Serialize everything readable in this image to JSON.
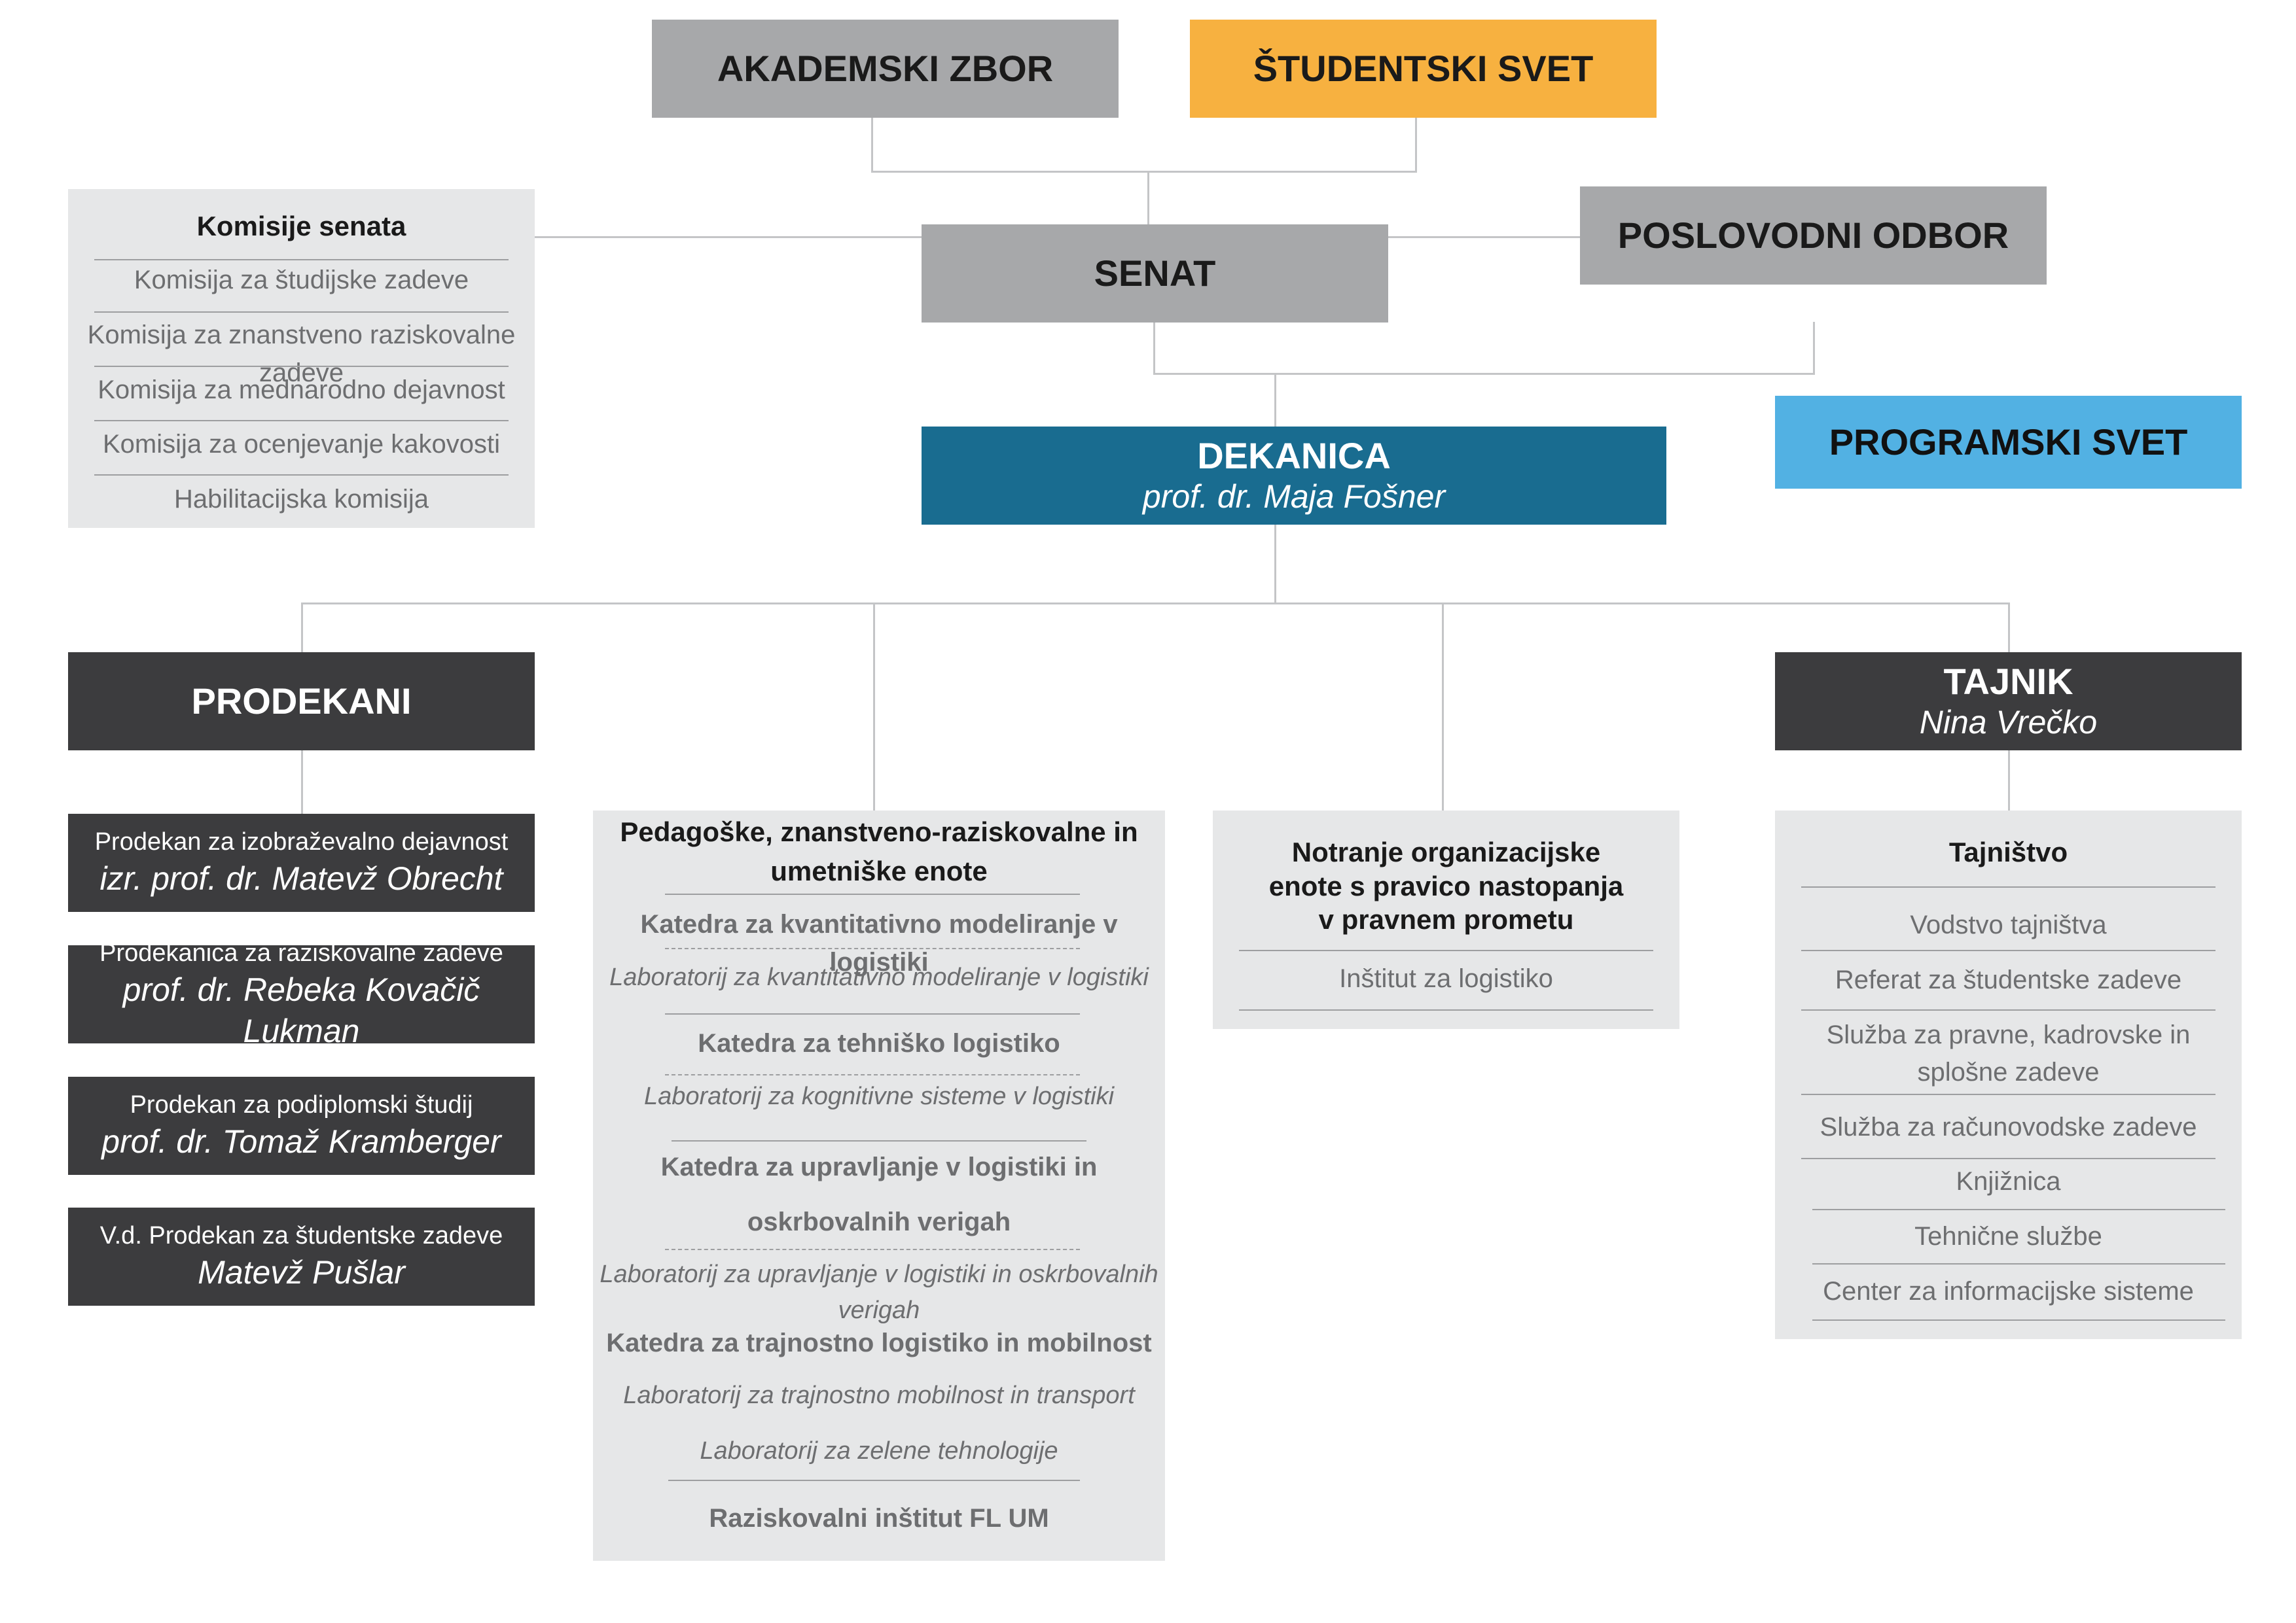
{
  "akademski_zbor": "AKADEMSKI ZBOR",
  "studentski_svet": "ŠTUDENTSKI SVET",
  "senat": "SENAT",
  "poslovodni_odbor": "POSLOVODNI ODBOR",
  "programski_svet": "PROGRAMSKI SVET",
  "dekanica": {
    "title": "DEKANICA",
    "name": "prof. dr. Maja Fošner"
  },
  "komisije": {
    "title": "Komisije senata",
    "items": [
      "Komisija za študijske zadeve",
      "Komisija za znanstveno raziskovalne zadeve",
      "Komisija za mednarodno dejavnost",
      "Komisija za ocenjevanje kakovosti",
      "Habilitacijska komisija"
    ]
  },
  "prodekani": {
    "title": "PRODEKANI",
    "items": [
      {
        "role": "Prodekan za izobraževalno dejavnost",
        "name": "izr. prof. dr. Matevž Obrecht"
      },
      {
        "role": "Prodekanica za raziskovalne zadeve",
        "name": "prof. dr. Rebeka Kovačič Lukman"
      },
      {
        "role": "Prodekan za podiplomski študij",
        "name": "prof. dr. Tomaž Kramberger"
      },
      {
        "role": "V.d. Prodekan za študentske zadeve",
        "name": "Matevž Pušlar"
      }
    ]
  },
  "enote": {
    "title_line1": "Pedagoške, znanstveno-raziskovalne in",
    "title_line2": "umetniške enote",
    "katedra1": "Katedra za kvantitativno modeliranje v logistiki",
    "lab1": "Laboratorij za kvantitativno modeliranje v logistiki",
    "katedra2": "Katedra za tehniško logistiko",
    "lab2": "Laboratorij za kognitivne sisteme v logistiki",
    "katedra3_line1": "Katedra za upravljanje v logistiki in",
    "katedra3_line2": "oskrbovalnih verigah",
    "lab3": "Laboratorij za upravljanje v logistiki in oskrbovalnih verigah",
    "katedra4": "Katedra za trajnostno logistiko in mobilnost",
    "lab4a": "Laboratorij za trajnostno mobilnost in transport",
    "lab4b": "Laboratorij za zelene tehnologije",
    "institut": "Raziskovalni inštitut FL UM"
  },
  "notranje": {
    "title_line1": "Notranje organizacijske",
    "title_line2": "enote s pravico nastopanja",
    "title_line3": "v pravnem prometu",
    "item": "Inštitut za logistiko"
  },
  "tajnik": {
    "title": "TAJNIK",
    "name": "Nina Vrečko"
  },
  "tajnistvo": {
    "title": "Tajništvo",
    "items": [
      "Vodstvo tajništva",
      "Referat za študentske zadeve",
      "Služba za pravne, kadrovske in",
      "splošne zadeve",
      "Služba za računovodske zadeve",
      "Knjižnica",
      "Tehnične službe",
      "Center za informacijske sisteme"
    ]
  }
}
